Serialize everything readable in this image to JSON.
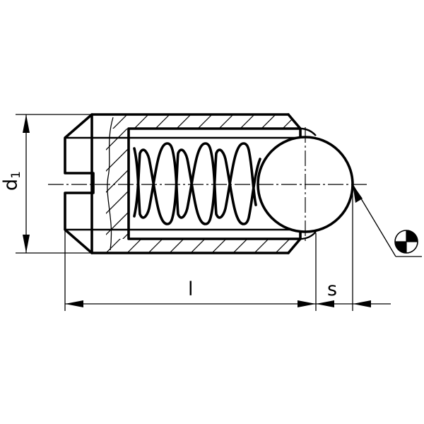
{
  "labels": {
    "diameter": "d",
    "diameter_sub": "1",
    "length": "l",
    "stroke": "s"
  }
}
